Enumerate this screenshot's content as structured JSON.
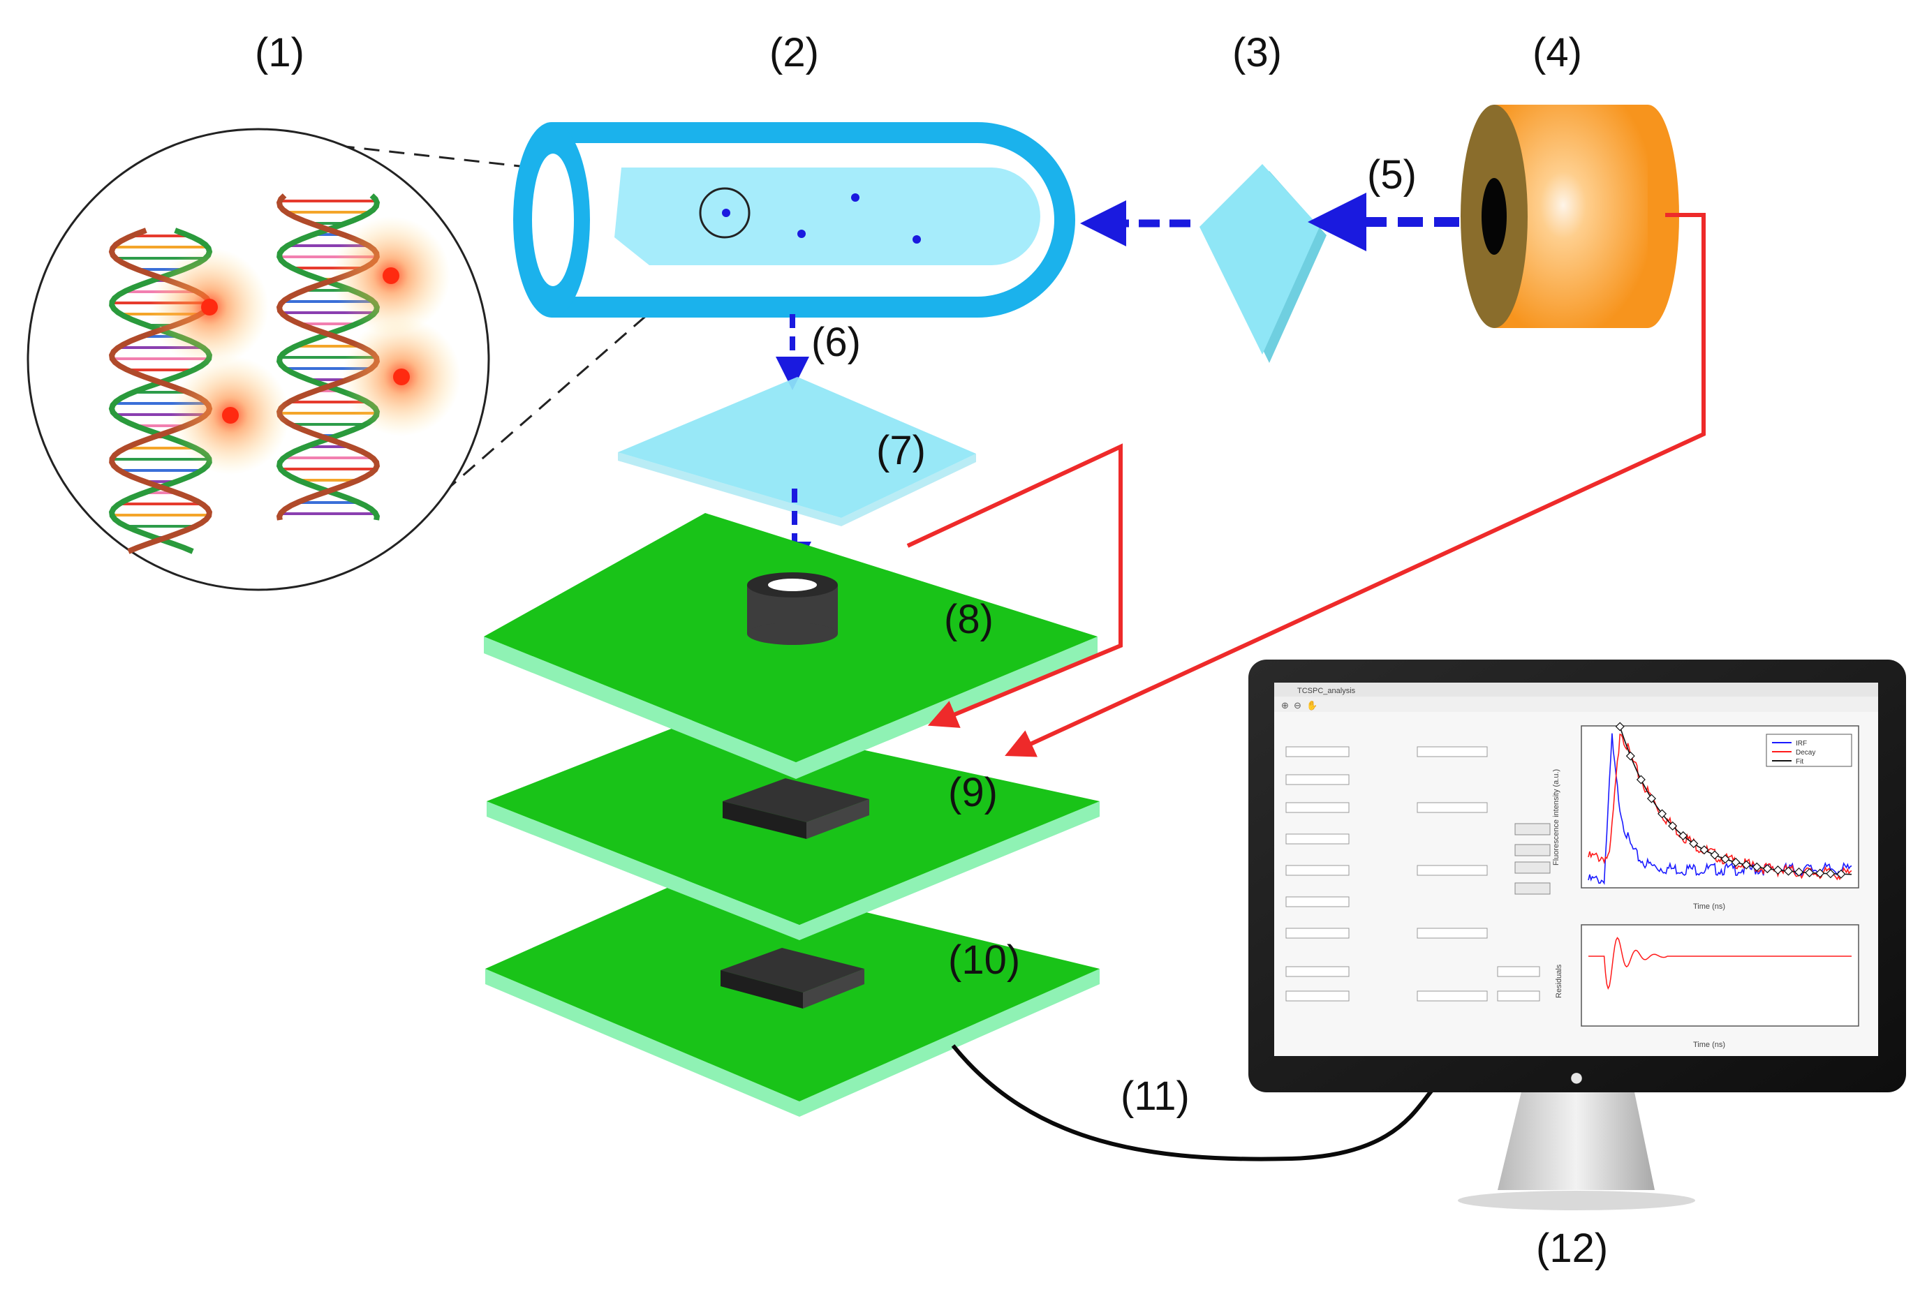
{
  "labels": {
    "dna_zoom": "(1)",
    "sample_tube": "(2)",
    "prism": "(3)",
    "light_source": "(4)",
    "excitation_beam": "(5)",
    "emission_beam": "(6)",
    "filter": "(7)",
    "board_8": "(8)",
    "board_9": "(9)",
    "board_10": "(10)",
    "cable": "(11)",
    "monitor": "(12)"
  },
  "colors": {
    "tube": "#1bb2ec",
    "sample_liquid": "#a6ecfb",
    "beam_arrow": "#1a1adf",
    "prism": "#8fe6f6",
    "source_front": "#f7941d",
    "source_side": "#8a6d2c",
    "signal_wire": "#ee2a2a",
    "pcb_top": "#19c318",
    "pcb_edge": "#8ff2b4",
    "chip": "#2f2f2f",
    "cable": "#0a0a0a",
    "monitor_bezel": "#1c1c1c"
  },
  "screen": {
    "app_title": "TCSPC_analysis",
    "plot_top_ylabel": "Fluorescence intensity (a.u.)",
    "plot_top_xlabel": "Time (ns)",
    "plot_bottom_ylabel": "Residuals",
    "plot_bottom_xlabel": "Time (ns)",
    "legend": [
      "IRF",
      "Decay",
      "Fit"
    ]
  }
}
